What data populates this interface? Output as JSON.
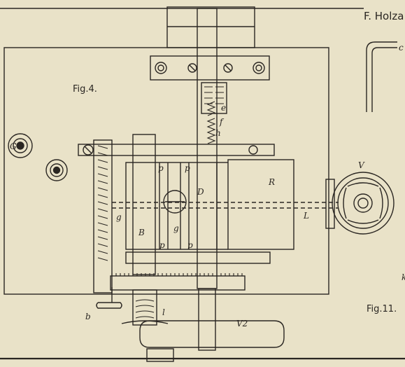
{
  "header": {
    "author": "F. Holza"
  },
  "figures": {
    "fig4_caption": "Fig.4.",
    "fig11_caption": "Fig.11."
  },
  "labels": {
    "G": "G",
    "V": "V",
    "R": "R",
    "L": "L",
    "D": "D",
    "B": "B",
    "p_upper_1": "p",
    "p_upper_2": "p",
    "p_lower_1": "p",
    "p_lower_2": "p",
    "g_upper": "g",
    "g_lower": "g",
    "e": "e",
    "f": "f",
    "h": "h",
    "b": "b",
    "l": "l",
    "V2": "V2",
    "k": "k",
    "c": "c"
  },
  "colors": {
    "paper": "#e9e2c8",
    "ink": "#2a2622"
  }
}
